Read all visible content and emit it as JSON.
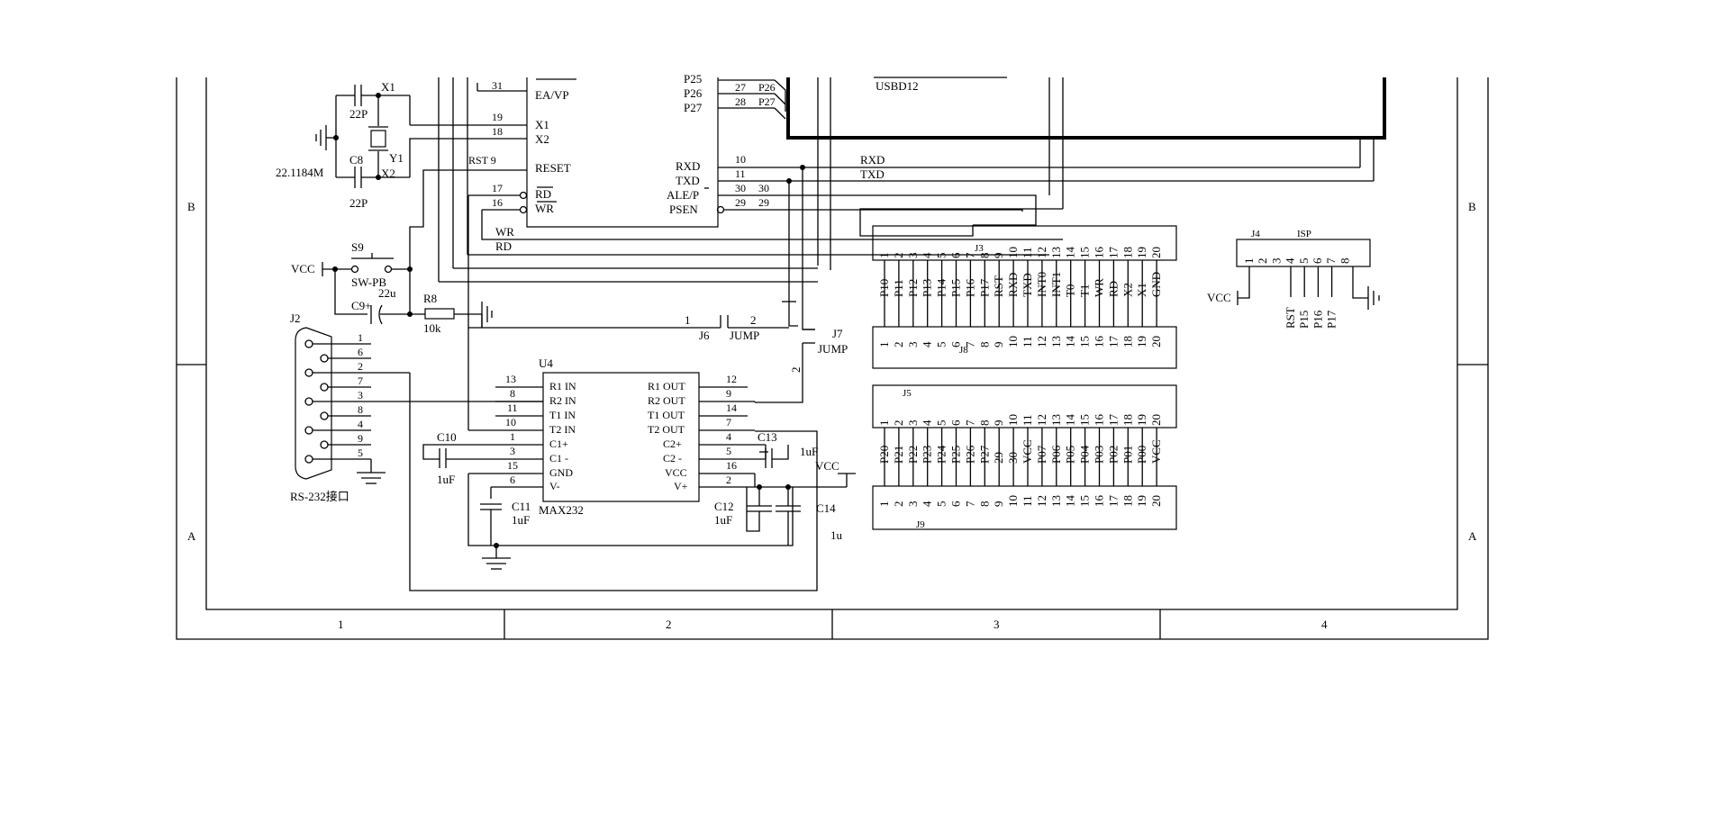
{
  "frame": {
    "rows": [
      "B",
      "A"
    ],
    "cols": [
      "1",
      "2",
      "3",
      "4"
    ]
  },
  "mcu": {
    "left_pins": [
      {
        "num": "31",
        "name": "EA/VP"
      },
      {
        "num": "19",
        "name": "X1"
      },
      {
        "num": "18",
        "name": "X2"
      },
      {
        "num": "RST 9",
        "name": "RESET"
      },
      {
        "num": "17",
        "name": "RD"
      },
      {
        "num": "16",
        "name": "WR"
      }
    ],
    "right_pins": [
      {
        "name": "P25",
        "num": ""
      },
      {
        "name": "P26",
        "num": "27"
      },
      {
        "name": "P27",
        "num": "28"
      },
      {
        "name": "RXD",
        "num": "10"
      },
      {
        "name": "TXD",
        "num": "11"
      },
      {
        "name": "ALE/P",
        "num": "30"
      },
      {
        "name": "PSEN",
        "num": "29"
      }
    ],
    "right_outer": [
      "P26",
      "P27",
      "30",
      "29"
    ]
  },
  "usb": {
    "label": "USBD12"
  },
  "nets": {
    "rxd": "RXD",
    "txd": "TXD",
    "wr": "WR",
    "rd": "RD"
  },
  "crystal": {
    "x1": "X1",
    "x2": "X2",
    "c_top": "22P",
    "c_bot": "22P",
    "c8": "C8",
    "y1": "Y1",
    "freq": "22.1184M"
  },
  "reset": {
    "vcc": "VCC",
    "s9": "S9",
    "switch": "SW-PB",
    "c9": "C9+",
    "c9_val": "22u",
    "r8": "R8",
    "r8_val": "10k"
  },
  "jumpers": {
    "j6": "J6",
    "j6_type": "JUMP",
    "j6_p1": "1",
    "j6_p2": "2",
    "j7": "J7",
    "j7_type": "JUMP",
    "j7_p2": "2"
  },
  "db9": {
    "ref": "J2",
    "pins": [
      "1",
      "6",
      "2",
      "7",
      "3",
      "8",
      "4",
      "9",
      "5"
    ],
    "label": "RS-232接口"
  },
  "max232": {
    "ref": "U4",
    "part": "MAX232",
    "left": [
      {
        "num": "13",
        "name": "R1 IN"
      },
      {
        "num": "8",
        "name": "R2 IN"
      },
      {
        "num": "11",
        "name": "T1 IN"
      },
      {
        "num": "10",
        "name": "T2 IN"
      },
      {
        "num": "1",
        "name": "C1+"
      },
      {
        "num": "3",
        "name": "C1 -"
      },
      {
        "num": "15",
        "name": "GND"
      },
      {
        "num": "6",
        "name": "V-"
      }
    ],
    "right": [
      {
        "num": "12",
        "name": "R1 OUT"
      },
      {
        "num": "9",
        "name": "R2 OUT"
      },
      {
        "num": "14",
        "name": "T1 OUT"
      },
      {
        "num": "7",
        "name": "T2 OUT"
      },
      {
        "num": "4",
        "name": "C2+"
      },
      {
        "num": "5",
        "name": "C2 -"
      },
      {
        "num": "16",
        "name": "VCC"
      },
      {
        "num": "2",
        "name": "V+"
      }
    ],
    "c10": "C10",
    "c10_val": "1uF",
    "c11": "C11",
    "c11_val": "1uF",
    "c12": "C12",
    "c12_val": "1uF",
    "c13": "C13",
    "c13_val": "1uF",
    "c14": "C14",
    "c14_val": "1u",
    "vcc": "VCC"
  },
  "headers": {
    "nums": [
      "1",
      "2",
      "3",
      "4",
      "5",
      "6",
      "7",
      "8",
      "9",
      "10",
      "11",
      "12",
      "13",
      "14",
      "15",
      "16",
      "17",
      "18",
      "19",
      "20"
    ],
    "j3": "J3",
    "j8": "J8",
    "j3_labels": [
      "P10",
      "P11",
      "P12",
      "P13",
      "P14",
      "P15",
      "P16",
      "P17",
      "RST",
      "RXD",
      "TXD",
      "INT0",
      "INT1",
      "T0",
      "T1",
      "WR",
      "RD",
      "X2",
      "X1",
      "GND"
    ],
    "j5": "J5",
    "j9": "J9",
    "j5_labels": [
      "P20",
      "P21",
      "P22",
      "P23",
      "P24",
      "P25",
      "P26",
      "P27",
      "29",
      "30",
      "VCC",
      "P07",
      "P06",
      "P05",
      "P04",
      "P03",
      "P02",
      "P01",
      "P00",
      "VCC"
    ]
  },
  "isp": {
    "ref": "J4",
    "name": "ISP",
    "nums": [
      "1",
      "2",
      "3",
      "4",
      "5",
      "6",
      "7",
      "8"
    ],
    "labels": [
      "RST",
      "P15",
      "P16",
      "P17"
    ],
    "vcc": "VCC"
  }
}
